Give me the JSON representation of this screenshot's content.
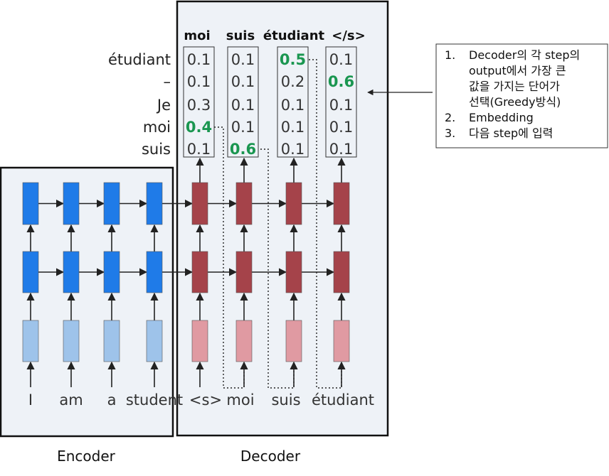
{
  "vocab": [
    "étudiant",
    "–",
    "Je",
    "moi",
    "suis"
  ],
  "decoder_headers": [
    "moi",
    "suis",
    "étudiant",
    "</s>"
  ],
  "prob_columns": [
    {
      "values": [
        "0.1",
        "0.1",
        "0.3",
        "0.4",
        "0.1"
      ],
      "highlight": 3
    },
    {
      "values": [
        "0.1",
        "0.1",
        "0.1",
        "0.1",
        "0.6"
      ],
      "highlight": 4
    },
    {
      "values": [
        "0.5",
        "0.2",
        "0.1",
        "0.1",
        "0.1"
      ],
      "highlight": 0
    },
    {
      "values": [
        "0.1",
        "0.6",
        "0.1",
        "0.1",
        "0.1"
      ],
      "highlight": 1
    }
  ],
  "encoder_inputs": [
    "I",
    "am",
    "a",
    "student"
  ],
  "decoder_inputs": [
    "<s>",
    "moi",
    "suis",
    "étudiant"
  ],
  "encoder_label": "Encoder",
  "decoder_label": "Decoder",
  "notes": [
    {
      "num": "1.",
      "lines": [
        "Decoder의 각 step의",
        "output에서 가장 큰",
        "값을 가지는 단어가",
        "선택(Greedy방식)"
      ]
    },
    {
      "num": "2.",
      "lines": [
        "Embedding"
      ]
    },
    {
      "num": "3.",
      "lines": [
        "다음 step에 입력"
      ]
    }
  ],
  "colors": {
    "encoder_hidden": "#1f7be8",
    "encoder_embed": "#9ec3ea",
    "decoder_hidden": "#a5434a",
    "decoder_embed": "#e09aa2",
    "highlight": "#1a9650",
    "panel_bg": "#eef2f7"
  }
}
